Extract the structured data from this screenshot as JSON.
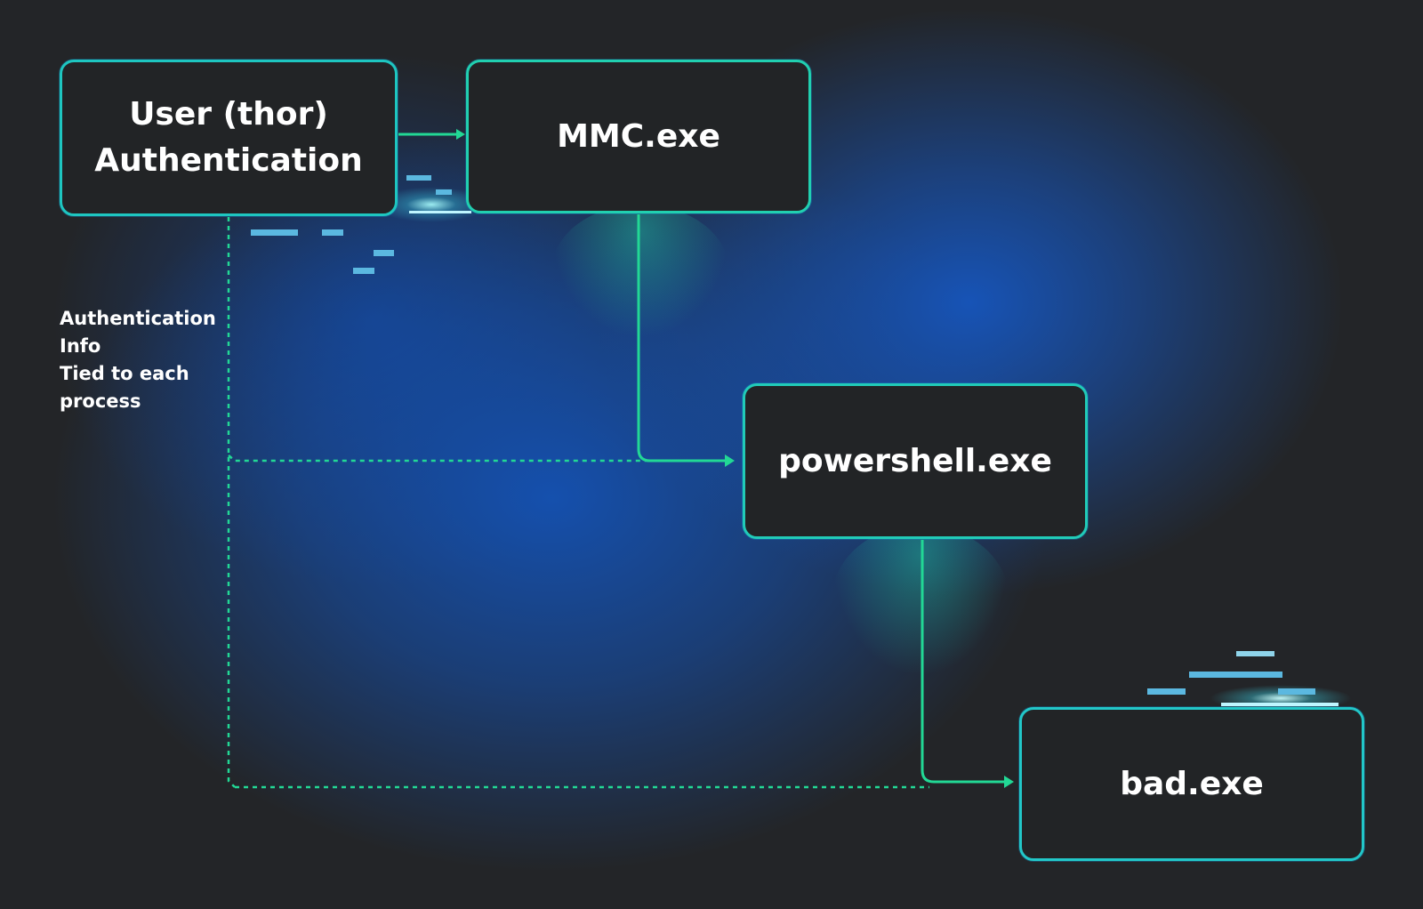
{
  "nodes": {
    "user": {
      "line1": "User (thor)",
      "line2": "Authentication"
    },
    "mmc": {
      "label": "MMC.exe"
    },
    "powershell": {
      "label": "powershell.exe"
    },
    "bad": {
      "label": "bad.exe"
    }
  },
  "side_label": {
    "lines": [
      "Authentication",
      "Info",
      "Tied to each",
      "process"
    ]
  },
  "colors": {
    "background": "#232528",
    "box_fill": "#222426",
    "connector": "#22d895",
    "dash_connector": "#22d895",
    "accent_marks": "#5bb8e0",
    "text": "#ffffff"
  }
}
